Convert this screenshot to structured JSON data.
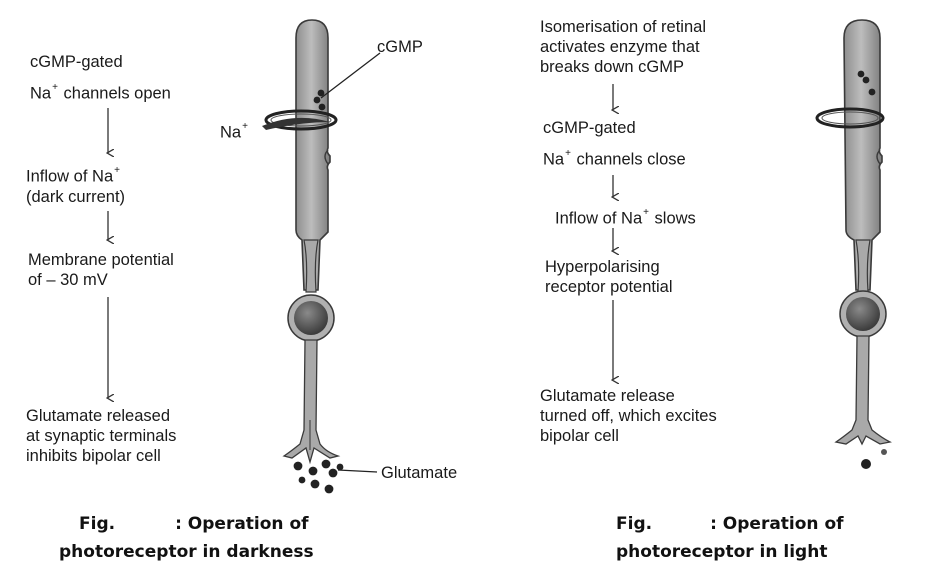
{
  "left": {
    "step1": {
      "line1": "cGMP-gated",
      "line2_pre": "Na",
      "line2_sup": "+",
      "line2_post": " channels open"
    },
    "step2": {
      "line1_pre": "Inflow of Na",
      "line1_sup": "+",
      "line2": "(dark current)"
    },
    "step3": {
      "line1": "Membrane potential",
      "line2": "of – 30 mV"
    },
    "step4": {
      "line1": "Glutamate released",
      "line2": "at synaptic terminals",
      "line3": "inhibits bipolar cell"
    },
    "label_cgmp": "cGMP",
    "label_na": "Na",
    "label_na_sup": "+",
    "label_glutamate": "Glutamate",
    "caption": {
      "fig": "Fig.",
      "title_part1": ": Operation of",
      "title_part2": "photoreceptor in darkness"
    }
  },
  "right": {
    "step1": {
      "line1": "Isomerisation of retinal",
      "line2": "activates enzyme that",
      "line3": "breaks down cGMP"
    },
    "step2": {
      "line1": "cGMP-gated",
      "line2_pre": "Na",
      "line2_sup": "+",
      "line2_post": " channels close"
    },
    "step3": {
      "line1_pre": "Inflow of Na",
      "line1_sup": "+",
      "line1_post": " slows"
    },
    "step4": {
      "line1": "Hyperpolarising",
      "line2": "receptor potential"
    },
    "step5": {
      "line1": "Glutamate release",
      "line2": "turned off, which excites",
      "line3": "bipolar cell"
    },
    "caption": {
      "fig": "Fig.",
      "title_part1": ": Operation of",
      "title_part2": "photoreceptor in light"
    }
  },
  "colors": {
    "cell_fill": "#a9a9a9",
    "cell_stroke": "#3a3a3a",
    "nucleus": "#555555",
    "dot": "#222222"
  }
}
